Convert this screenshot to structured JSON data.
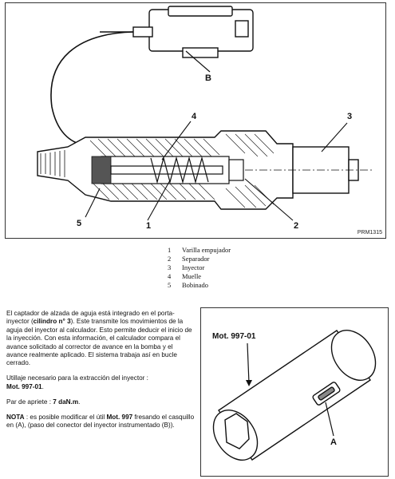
{
  "figure_top": {
    "callouts": [
      "4",
      "3",
      "B",
      "5",
      "1",
      "2"
    ],
    "ref": "PRM1315"
  },
  "legend": [
    {
      "num": "1",
      "label": "Varilla empujador"
    },
    {
      "num": "2",
      "label": "Separador"
    },
    {
      "num": "3",
      "label": "Inyector"
    },
    {
      "num": "4",
      "label": "Muelle"
    },
    {
      "num": "5",
      "label": "Bobinado"
    }
  ],
  "body": {
    "p1_a": "El captador de alzada de aguja está integrado en el porta-inyector (",
    "p1_bold": "cilindro n° 3",
    "p1_b": "). Este transmite los movimientos de la aguja del inyector al calculador. Esto permite deducir el inicio de la inyección. Con esta información, el calculador compara el avance solicitado al corrector de avance en la bomba y el avance realmente aplicado. El sistema trabaja así en bucle cerrado.",
    "p2_a": "Utillaje necesario para la extracción del inyector :",
    "p2_bold": "Mot. 997-01",
    "p2_b": ".",
    "p3_a": "Par de apriete : ",
    "p3_bold": "7 daN.m",
    "p3_b": ".",
    "p4_bold1": "NOTA",
    "p4_a": " : es posible modificar el útil ",
    "p4_bold2": "Mot. 997",
    "p4_b": " fresando el casquillo en (A), (paso del conector del inyector instrumentado (B))."
  },
  "figure_bottom": {
    "tool_label": "Mot. 997-01",
    "callout_a": "A"
  }
}
